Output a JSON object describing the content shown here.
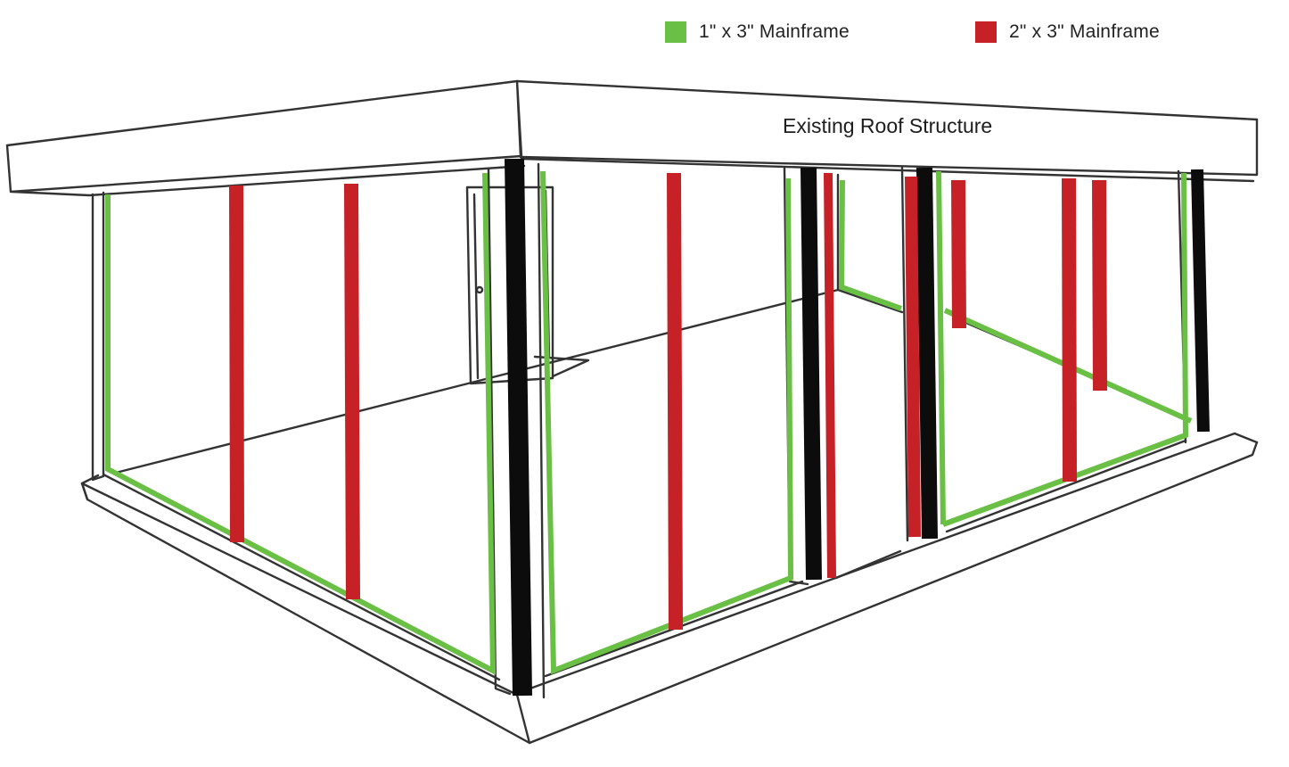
{
  "legend": {
    "items": [
      {
        "label": "1\" x 3\" Mainframe",
        "color": "#6abf45",
        "name": "green-mainframe"
      },
      {
        "label": "2\" x 3\" Mainframe",
        "color": "#c62127",
        "name": "red-mainframe"
      }
    ]
  },
  "roof": {
    "label": "Existing Roof Structure"
  },
  "colors": {
    "outline": "#333333",
    "post_black": "#0c0c0c",
    "green": "#6abf45",
    "red": "#c62127",
    "background": "#ffffff"
  }
}
